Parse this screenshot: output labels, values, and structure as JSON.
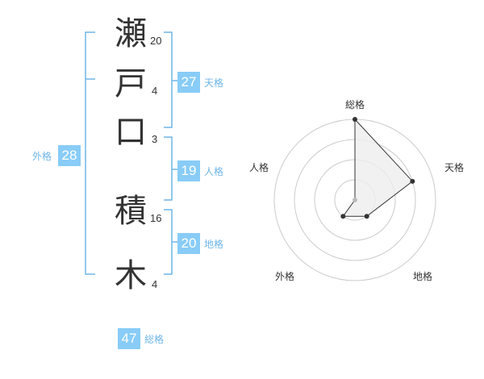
{
  "name": {
    "chars": [
      {
        "char": "瀬",
        "strokes": "20"
      },
      {
        "char": "戸",
        "strokes": "4"
      },
      {
        "char": "口",
        "strokes": "3"
      },
      {
        "char": "積",
        "strokes": "16"
      },
      {
        "char": "木",
        "strokes": "4"
      }
    ]
  },
  "fortunes": {
    "tenkaku": {
      "value": "27",
      "label": "天格"
    },
    "jinkaku": {
      "value": "19",
      "label": "人格"
    },
    "chikaku": {
      "value": "20",
      "label": "地格"
    },
    "gaikaku": {
      "value": "28",
      "label": "外格"
    },
    "soukaku": {
      "value": "47",
      "label": "総格"
    }
  },
  "radar": {
    "axes": [
      "総格",
      "天格",
      "地格",
      "外格",
      "人格"
    ],
    "values": [
      4,
      3,
      1,
      1,
      0
    ],
    "max": 5,
    "colors": {
      "ring": "#cccccc",
      "fill": "#eeeeee",
      "line": "#333333",
      "dot": "#333333",
      "center": "#bbbbbb"
    }
  },
  "colors": {
    "accent": "#88ccf7",
    "bracket": "#6fb6e8",
    "text": "#333333"
  }
}
